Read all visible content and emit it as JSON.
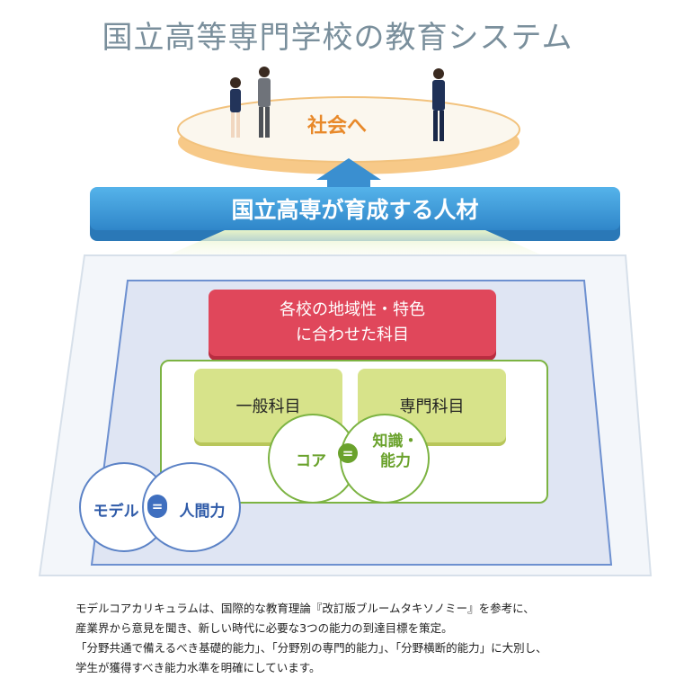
{
  "title": "国立高等専門学校の教育システム",
  "society_label": "社会へ",
  "band_label": "国立高専が育成する人材",
  "regional_box": {
    "line1": "各校の地域性・特色",
    "line2": "に合わせた科目"
  },
  "subjects": {
    "general": "一般科目",
    "specialized": "専門科目"
  },
  "core": {
    "label": "コア",
    "equals": "=",
    "knowledge_line1": "知識・",
    "knowledge_line2": "能力"
  },
  "model": {
    "label": "モデル",
    "equals": "=",
    "human": "人間力"
  },
  "description": [
    "モデルコアカリキュラムは、国際的な教育理論『改訂版ブルームタキソノミー』を参考に、",
    "産業界から意見を聞き、新しい時代に必要な3つの能力の到達目標を策定。",
    "「分野共通で備えるべき基礎的能力」、「分野別の専門的能力」、「分野横断的能力」に大別し、",
    "学生が獲得すべき能力水準を明確にしています。"
  ],
  "colors": {
    "title": "#7a8f9c",
    "society": "#e8892a",
    "band": "#3b9bd9",
    "regional": "#e0475b",
    "subject": "#d7e38a",
    "green": "#6aa22c",
    "blue": "#3f6fbf"
  }
}
